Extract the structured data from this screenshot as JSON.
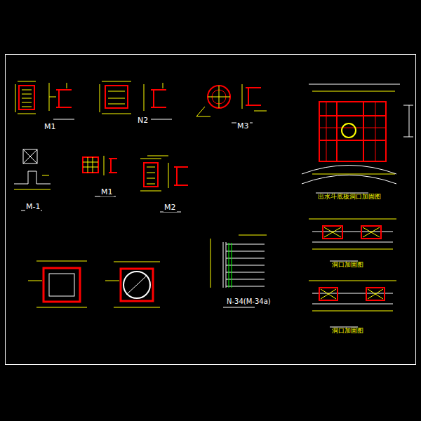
{
  "diagram": {
    "labels": [
      "M1",
      "N2",
      "M3",
      "M-1",
      "M1",
      "M2",
      "出水斗底板洞口加固图",
      "洞口加固图",
      "洞口加固图",
      "N-34(M-34a)"
    ]
  }
}
